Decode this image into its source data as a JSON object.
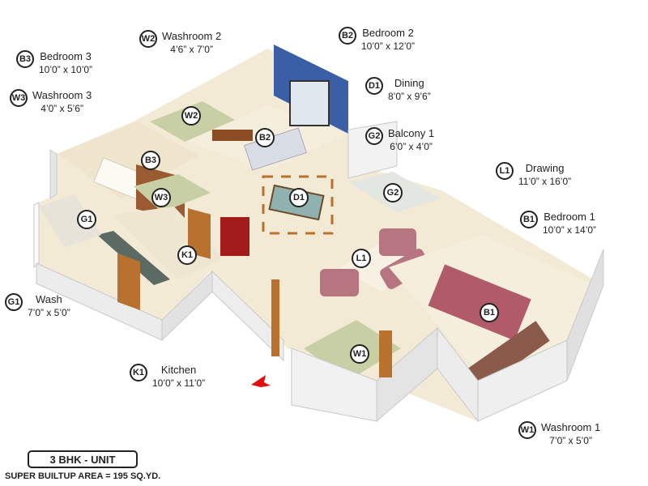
{
  "rooms": {
    "b3": {
      "code": "B3",
      "name": "Bedroom 3",
      "dims": "10’0” x 10’0”"
    },
    "w3": {
      "code": "W3",
      "name": "Washroom 3",
      "dims": "4’0” x 5’6”"
    },
    "w2": {
      "code": "W2",
      "name": "Washroom 2",
      "dims": "4’6” x 7’0”"
    },
    "b2": {
      "code": "B2",
      "name": "Bedroom 2",
      "dims": "10’0” x 12’0”"
    },
    "d1": {
      "code": "D1",
      "name": "Dining",
      "dims": "8’0” x 9’6”"
    },
    "g2": {
      "code": "G2",
      "name": "Balcony 1",
      "dims": "6’0” x 4’0”"
    },
    "l1": {
      "code": "L1",
      "name": "Drawing",
      "dims": "11’0” x 16’0”"
    },
    "b1": {
      "code": "B1",
      "name": "Bedroom 1",
      "dims": "10’0” x 14’0”"
    },
    "g1": {
      "code": "G1",
      "name": "Wash",
      "dims": "7’0” x 5’0”"
    },
    "k1": {
      "code": "K1",
      "name": "Kitchen",
      "dims": "10’0” x 11’0”"
    },
    "w1": {
      "code": "W1",
      "name": "Washroom 1",
      "dims": "7’0” x 5’0”"
    }
  },
  "unit_label": "3 BHK - UNIT",
  "area_label": "SUPER BUILTUP AREA = 195 SQ.YD.",
  "colors": {
    "wall": "#fbfbfb",
    "wall_shade": "#dedede",
    "floor": "#f3ead6",
    "accent_wall": "#3b5fa6",
    "wood": "#b8712f",
    "bed_cover": "#b05a6a",
    "sofa": "#b77582",
    "tile": "#c9cfa4",
    "sink_counter": "#5b6b63",
    "fridge": "#a31c1c",
    "entry_arrow": "#e01010"
  }
}
